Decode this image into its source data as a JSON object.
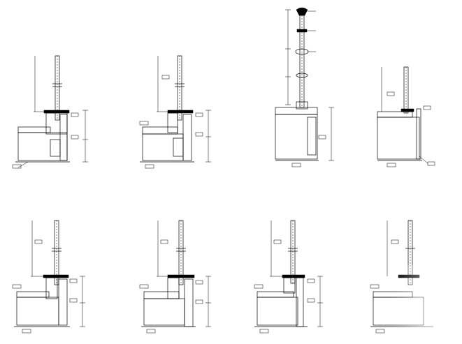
{
  "sheet": {
    "background": "#ffffff",
    "line_color": "#000000",
    "labels_legible": false
  },
  "details": [
    {
      "id": "detail-1",
      "type": "railing-on-step-slab"
    },
    {
      "id": "detail-2",
      "type": "railing-on-step-stone-cladding"
    },
    {
      "id": "detail-3",
      "type": "tall-post-with-top-finial"
    },
    {
      "id": "detail-4",
      "type": "railing-on-raised-pad"
    },
    {
      "id": "detail-5",
      "type": "railing-on-step-slab"
    },
    {
      "id": "detail-6",
      "type": "railing-on-step-stone-cladding"
    },
    {
      "id": "detail-7",
      "type": "railing-on-step-slab-alt"
    },
    {
      "id": "detail-8",
      "type": "railing-on-step-faded"
    }
  ]
}
